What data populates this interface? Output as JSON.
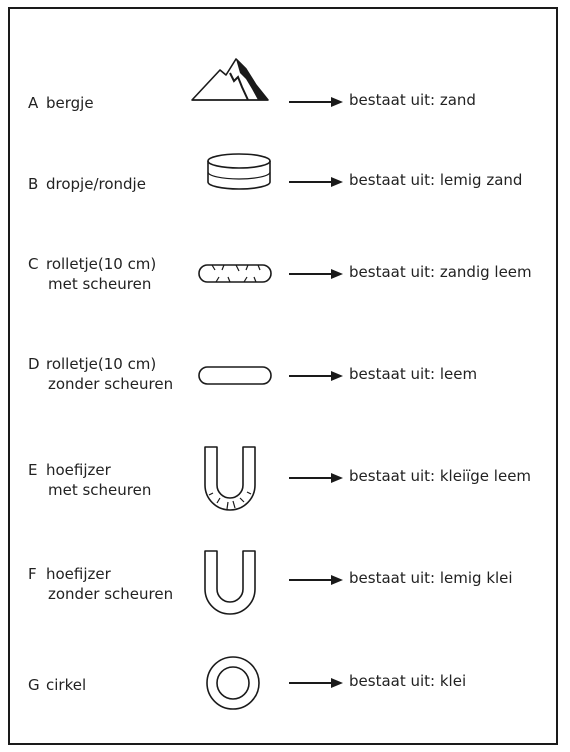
{
  "items": [
    {
      "letter": "A",
      "name": "bergje",
      "name2": "",
      "result": "bestaat uit: zand"
    },
    {
      "letter": "B",
      "name": "dropje/rondje",
      "name2": "",
      "result": "bestaat uit: lemig zand"
    },
    {
      "letter": "C",
      "name": "rolletje(10 cm)",
      "name2": "met scheuren",
      "result": "bestaat uit: zandig leem"
    },
    {
      "letter": "D",
      "name": "rolletje(10 cm)",
      "name2": "zonder scheuren",
      "result": "bestaat uit: leem"
    },
    {
      "letter": "E",
      "name": "hoefijzer",
      "name2": "met scheuren",
      "result": "bestaat uit: kleiïge leem"
    },
    {
      "letter": "F",
      "name": "hoefijzer",
      "name2": "zonder scheuren",
      "result": "bestaat uit: lemig klei"
    },
    {
      "letter": "G",
      "name": "cirkel",
      "name2": "",
      "result": "bestaat uit: klei"
    }
  ],
  "icons": [
    "mountain-icon",
    "disc-icon",
    "cracked-roll-icon",
    "roll-icon",
    "cracked-horseshoe-icon",
    "horseshoe-icon",
    "ring-icon"
  ],
  "colors": {
    "ink": "#1a1a1a",
    "text": "#222222"
  }
}
